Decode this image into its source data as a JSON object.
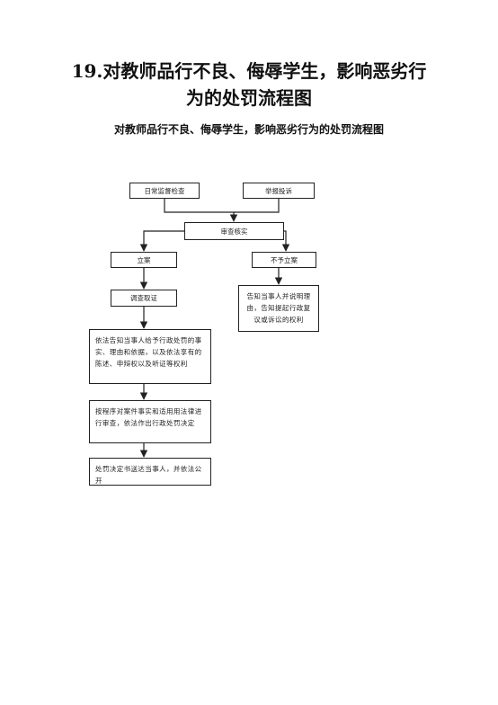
{
  "page": {
    "title_line1": "19.对教师品行不良、侮辱学生，影响恶劣行",
    "title_line2": "为的处罚流程图"
  },
  "diagram": {
    "title": "对教师品行不良、侮辱学生，影响恶劣行为的处罚流程图",
    "nodes": {
      "daily_supervision": "日常监督检查",
      "report_complaint": "举报投诉",
      "review_verify": "审查核实",
      "file_case": "立案",
      "not_file_case": "不予立案",
      "notify_not_filed": "告知当事人并说明理由，告知提起行政复议或诉讼的权利",
      "investigate": "调查取证",
      "notify_penalty": "依法告知当事人给予行政处罚的事实、理由和依据，以及依法享有的陈述、申辩权以及听证等权利",
      "review_decide": "按程序对案件事实和适用用法律进行审查，依法作出行政处罚决定",
      "deliver_decision": "处罚决定书送达当事人，并依法公开"
    }
  }
}
